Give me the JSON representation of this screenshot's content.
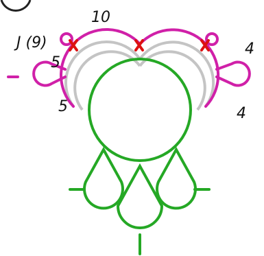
{
  "labels": {
    "top": "10",
    "left_ring": "J (9)",
    "left_upper": "5",
    "left_lower": "5",
    "right_upper": "4",
    "right_lower": "4"
  },
  "colors": {
    "magenta": "#D020A8",
    "green": "#25A825",
    "gray": "#C4C4C4",
    "red": "#DD1111",
    "text": "#111111"
  }
}
